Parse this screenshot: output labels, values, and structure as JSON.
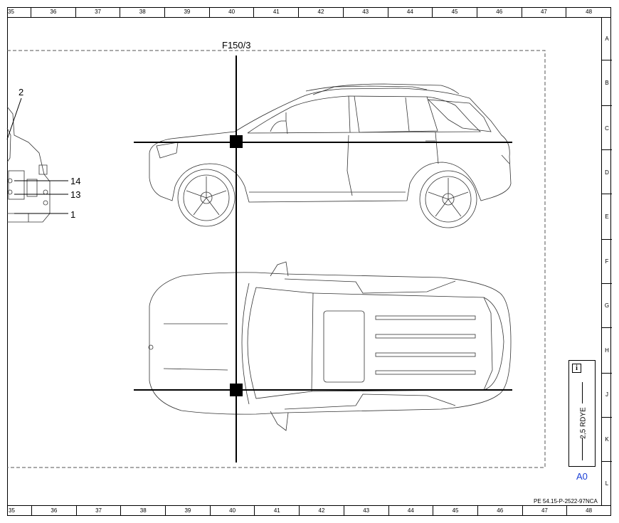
{
  "columns": [
    "35",
    "36",
    "37",
    "38",
    "39",
    "40",
    "41",
    "42",
    "43",
    "44",
    "45",
    "46",
    "47",
    "48"
  ],
  "rows": [
    "A",
    "B",
    "C",
    "D",
    "E",
    "F",
    "G",
    "H",
    "J",
    "K",
    "L"
  ],
  "diagram": {
    "fuse_label": "F150/3",
    "callouts": [
      "2",
      "14",
      "13",
      "1"
    ],
    "wire_label": "2,5 RDYE",
    "location_code": "A0",
    "reference": "PE 54.15-P-2522-97NCA"
  },
  "icons": {
    "info": "info-icon"
  }
}
